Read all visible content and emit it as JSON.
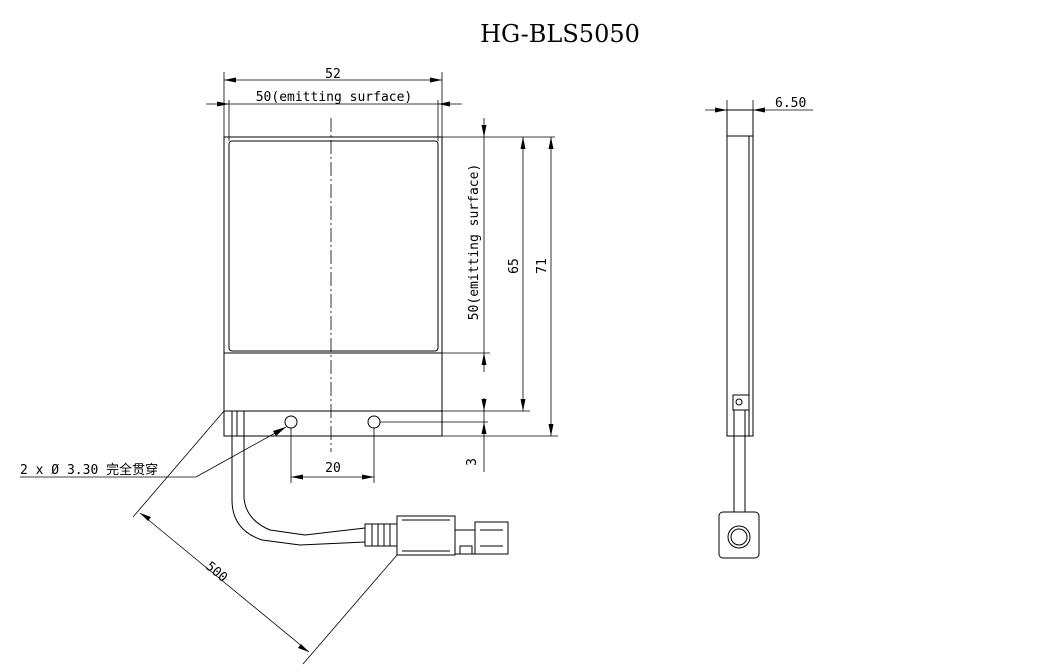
{
  "title": "HG-BLS5050",
  "dimensions": {
    "width_total": "52",
    "width_emitting": "50(emitting surface)",
    "height_emitting": "50(emitting surface)",
    "height_65": "65",
    "height_71": "71",
    "hole_spacing": "20",
    "bottom_offset": "3",
    "cable_length": "500",
    "thickness": "6.50"
  },
  "annotations": {
    "holes_note": "2 x Ø 3.30 完全贯穿"
  }
}
